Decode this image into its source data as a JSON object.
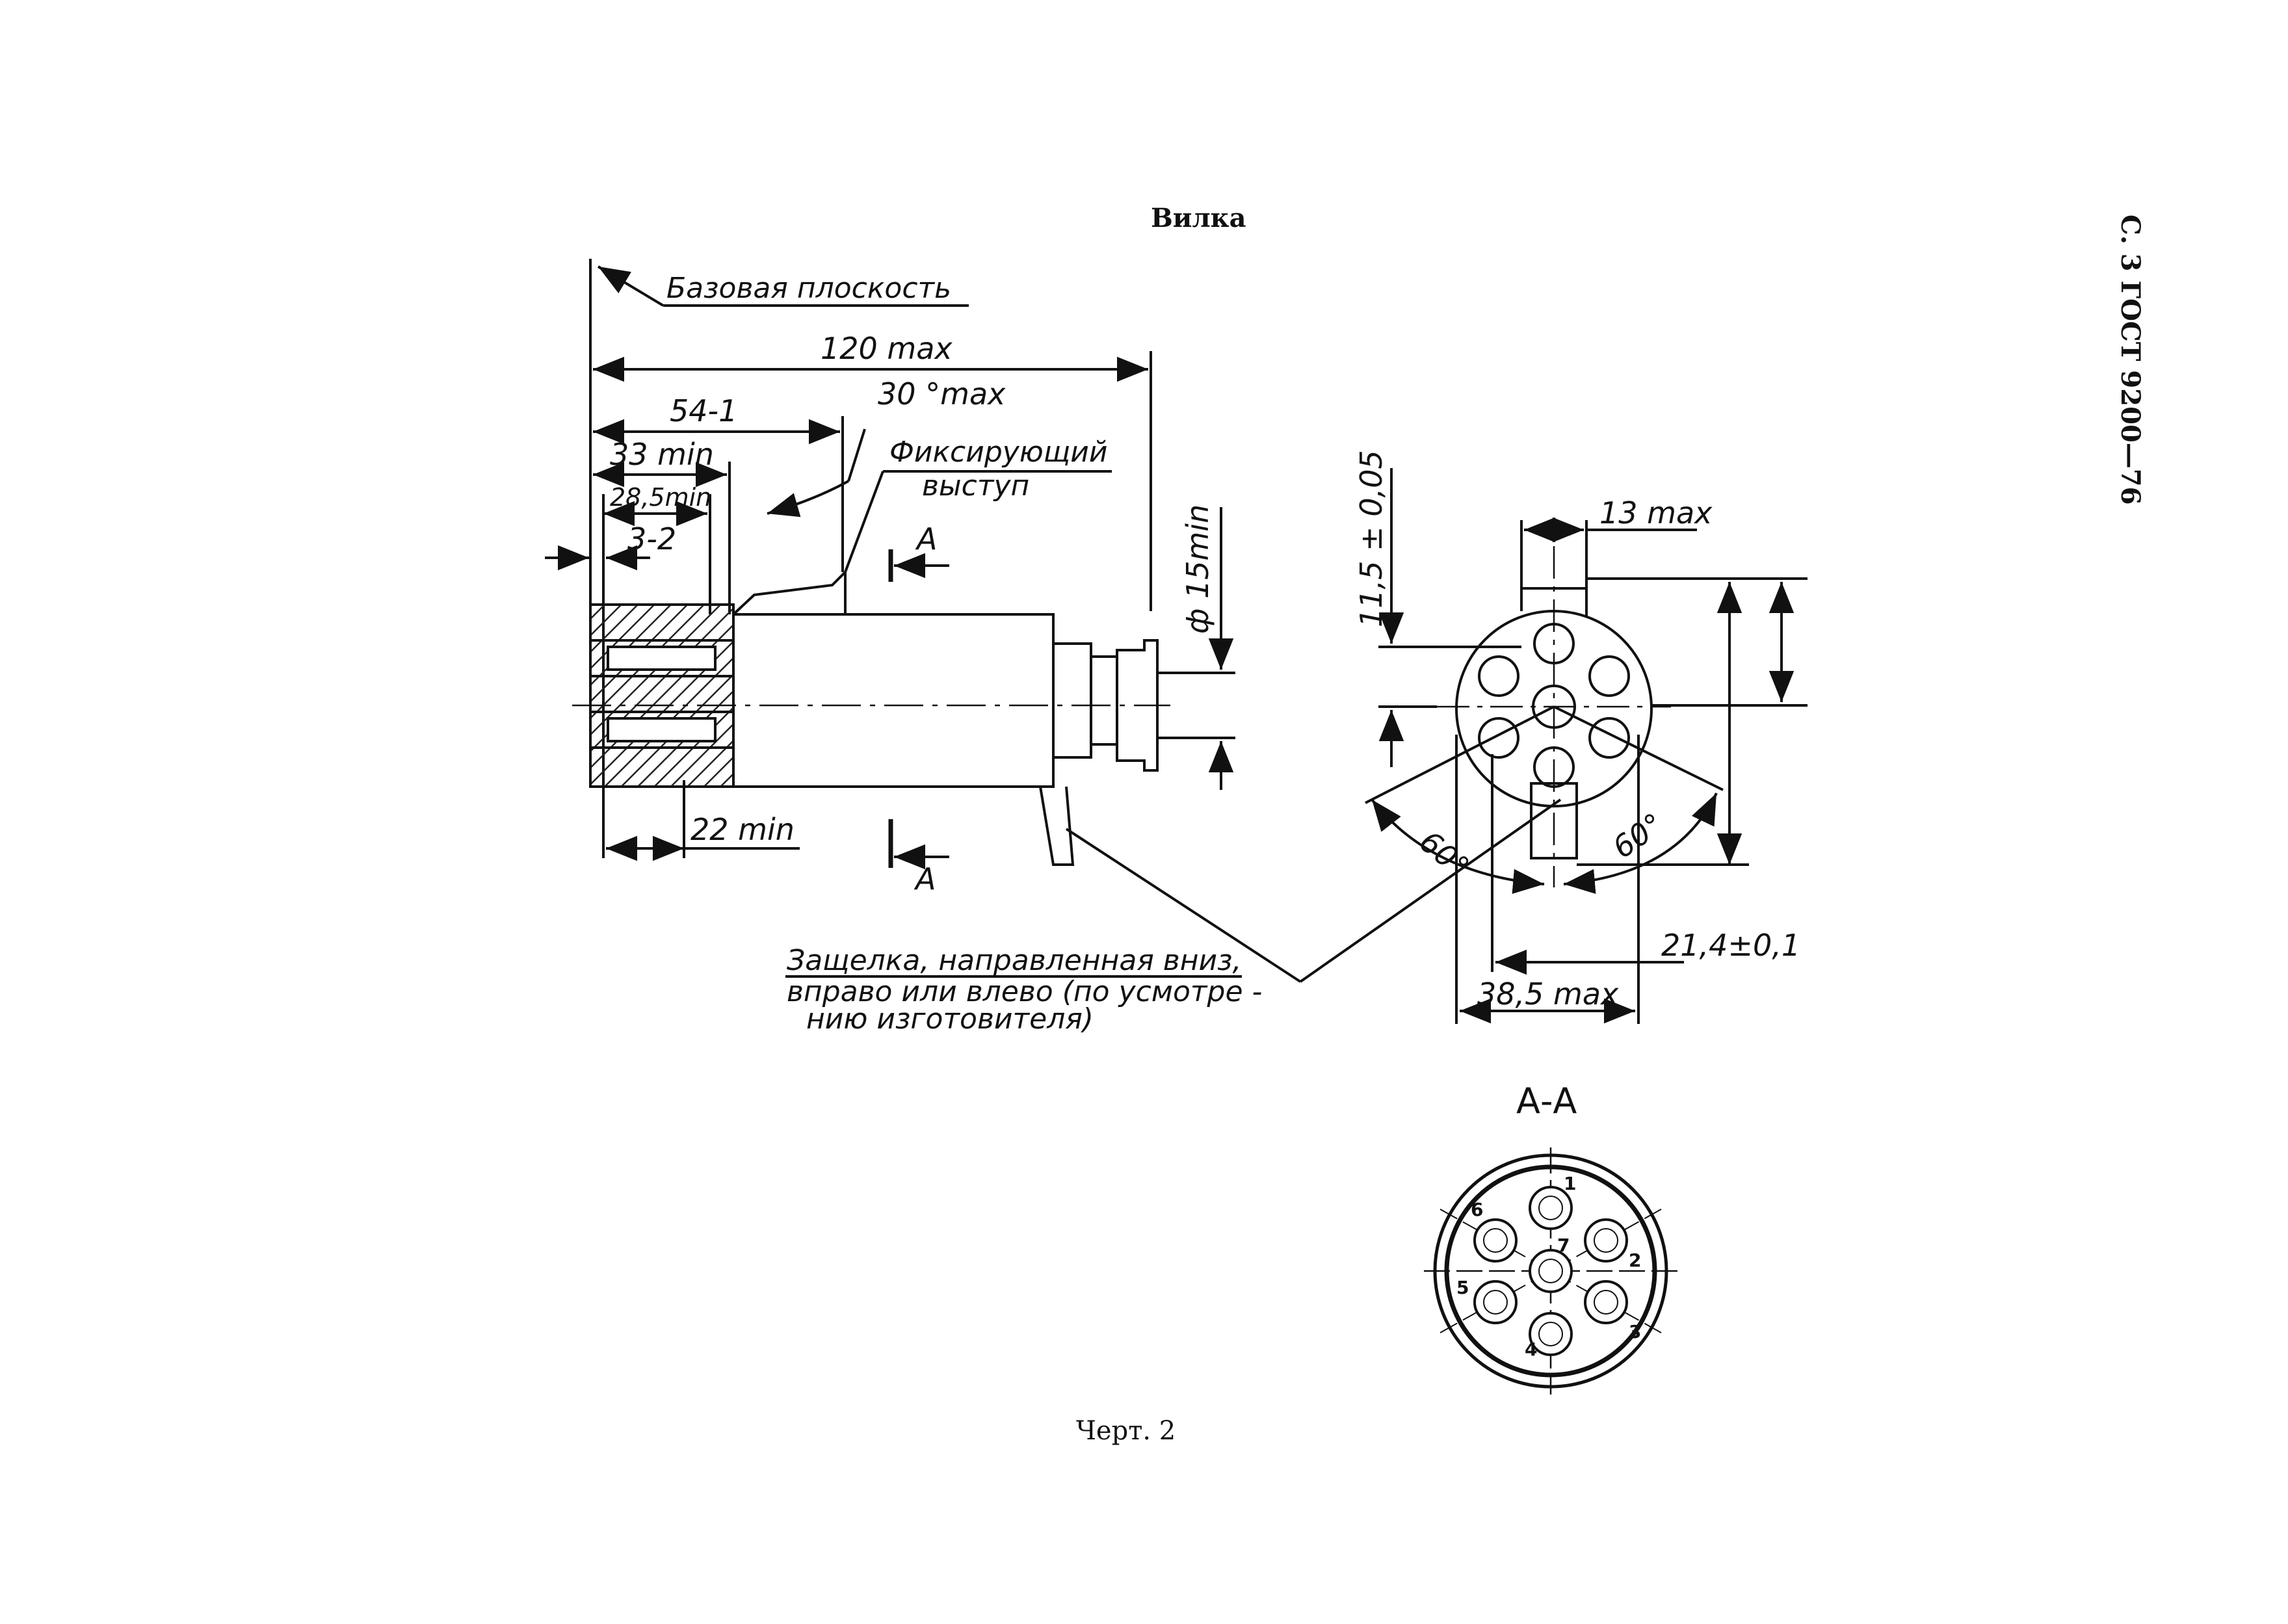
{
  "header": {
    "title": "Вилка",
    "page_ref": "С. 3 ГОСТ 9200—76"
  },
  "footer": {
    "figure_label": "Черт. 2"
  },
  "side_view": {
    "base_plane": "Базовая плоскость",
    "dim_overall": "120 max",
    "dim_angle": "30 °max",
    "dim_54": "54-1",
    "dim_33": "33 min",
    "dim_28_5": "28,5min",
    "dim_3_2": "3-2",
    "dim_22": "22 min",
    "dim_diameter": "ф 15min",
    "fixing_note_line1": "Фиксирующий",
    "fixing_note_line2": "выступ",
    "section_mark": "А"
  },
  "latch_note": {
    "line1": "Защелка, направленная вниз,",
    "line2": "вправо или влево (по усмотре -",
    "line3": "нию изготовителя)"
  },
  "end_view": {
    "dim_13": "13 max",
    "dim_11_5": "11,5 ± 0,05",
    "dim_angle_left": "60°",
    "dim_angle_right": "60°",
    "dim_21_4": "21,4±0,1",
    "dim_38_5": "38,5 max"
  },
  "section_view": {
    "title": "А-А",
    "pins": [
      "1",
      "2",
      "3",
      "4",
      "5",
      "6",
      "7"
    ]
  }
}
